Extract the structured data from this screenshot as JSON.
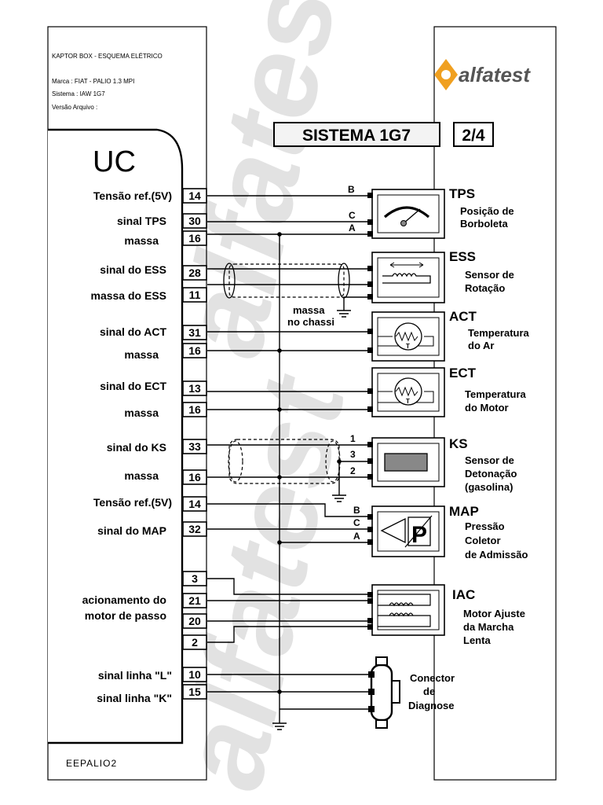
{
  "header": {
    "line1": "KAPTOR BOX - ESQUEMA ELÉTRICO",
    "line2": "Marca   : FIAT - PALIO 1.3 MPI",
    "line3": "Sistema : IAW 1G7",
    "line4": "Versão Arquivo :"
  },
  "brand": {
    "logo_text": "alfatest",
    "watermark": "alfatest"
  },
  "system": {
    "title": "SISTEMA  1G7",
    "page": "2/4"
  },
  "uc": {
    "title": "UC"
  },
  "footer": {
    "code": "EEPALIO2"
  },
  "pins": {
    "p14a": "14",
    "p30": "30",
    "p16a": "16",
    "p28": "28",
    "p11": "11",
    "p31": "31",
    "p16b": "16",
    "p13": "13",
    "p16c": "16",
    "p33": "33",
    "p16d": "16",
    "p14b": "14",
    "p32": "32",
    "p3": "3",
    "p21": "21",
    "p20": "20",
    "p2": "2",
    "p10": "10",
    "p15": "15"
  },
  "labels": {
    "tensao_ref_1": "Tensão ref.(5V)",
    "sinal_tps": "sinal TPS",
    "massa_1": "massa",
    "sinal_ess": "sinal do ESS",
    "massa_ess": "massa do ESS",
    "sinal_act": "sinal do ACT",
    "massa_2": "massa",
    "sinal_ect": "sinal do ECT",
    "massa_3": "massa",
    "sinal_ks": "sinal do KS",
    "massa_4": "massa",
    "tensao_ref_2": "Tensão ref.(5V)",
    "sinal_map": "sinal do MAP",
    "acionamento_1": "acionamento do",
    "acionamento_2": "motor de passo",
    "linha_l": "sinal linha \"L\"",
    "linha_k": "sinal linha \"K\""
  },
  "wire_letters": {
    "tps_b": "B",
    "tps_c": "C",
    "tps_a": "A",
    "ks_1": "1",
    "ks_3": "3",
    "ks_2": "2",
    "map_b": "B",
    "map_c": "C",
    "map_a": "A"
  },
  "ground_label": {
    "line1": "massa",
    "line2": "no chassi"
  },
  "components": {
    "tps": {
      "code": "TPS",
      "desc1": "Posição de",
      "desc2": "Borboleta"
    },
    "ess": {
      "code": "ESS",
      "desc1": "Sensor  de",
      "desc2": "Rotação"
    },
    "act": {
      "code": "ACT",
      "desc1": "Temperatura",
      "desc2": "do Ar",
      "symbol": "T"
    },
    "ect": {
      "code": "ECT",
      "desc1": "Temperatura",
      "desc2": "do Motor",
      "symbol": "T"
    },
    "ks": {
      "code": "KS",
      "desc1": "Sensor   de",
      "desc2": "Detonação",
      "desc3": "(gasolina)"
    },
    "map": {
      "code": "MAP",
      "desc1": "Pressão",
      "desc2": "Coletor",
      "desc3": "de Admissão",
      "symbol": "P"
    },
    "iac": {
      "code": "IAC",
      "desc1": "Motor Ajuste",
      "desc2": "da Marcha",
      "desc3": "Lenta"
    },
    "diag": {
      "desc1": "Conector",
      "desc2": "de",
      "desc3": "Diagnose"
    }
  },
  "colors": {
    "logo_orange": "#f0a020",
    "logo_gray": "#555555",
    "watermark": "#e2e2e2"
  }
}
